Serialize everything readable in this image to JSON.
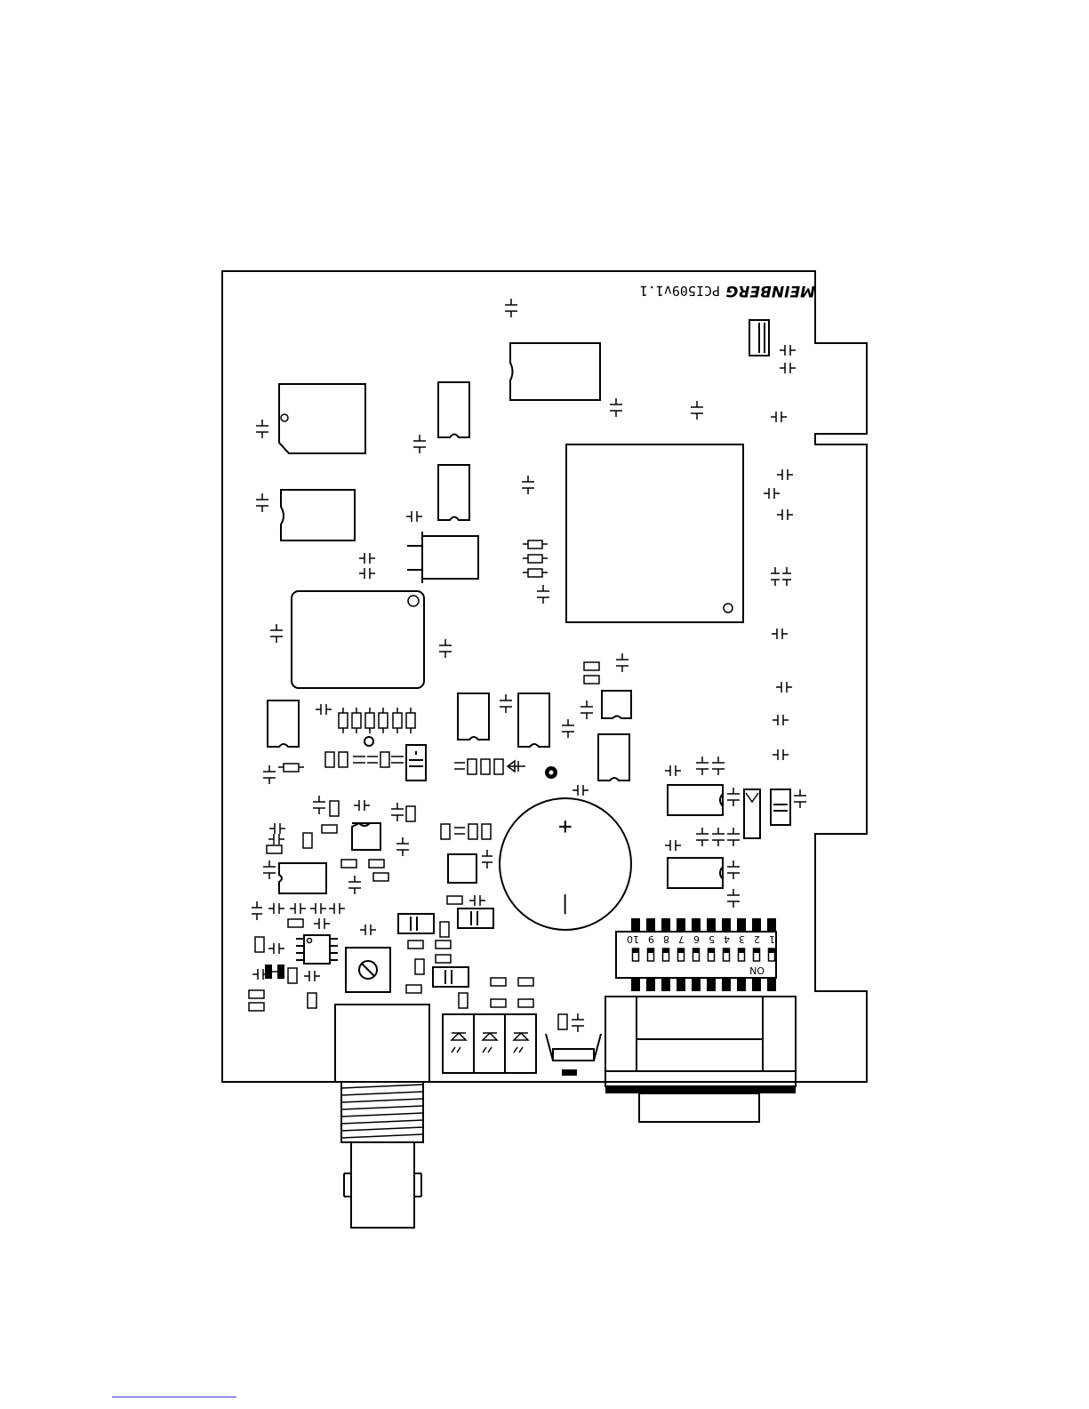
{
  "board": {
    "brand": "MEINBERG",
    "model": "PCI509v1.1"
  },
  "dip_switch": {
    "numbers": [
      "1",
      "2",
      "3",
      "4",
      "5",
      "6",
      "7",
      "8",
      "9",
      "10"
    ],
    "on_label": "ON"
  },
  "battery": {
    "plus": "+",
    "minus": "|"
  },
  "colors": {
    "line": "#000000",
    "background": "#ffffff",
    "link": "#3333cc"
  }
}
